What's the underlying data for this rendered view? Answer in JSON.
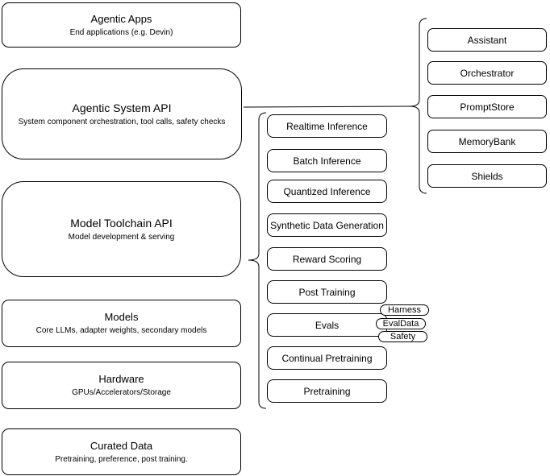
{
  "colors": {
    "stroke": "#000000",
    "background": "#ffffff",
    "text": "#000000"
  },
  "stack": {
    "boxes": [
      {
        "title": "Agentic Apps",
        "subtitle": "End applications (e.g. Devin)"
      },
      {
        "title": "Agentic System API",
        "subtitle": "System component orchestration, tool calls, safety checks"
      },
      {
        "title": "Model Toolchain API",
        "subtitle": "Model development & serving"
      },
      {
        "title": "Models",
        "subtitle": "Core LLMs, adapter weights, secondary models"
      },
      {
        "title": "Hardware",
        "subtitle": "GPUs/Accelerators/Storage"
      },
      {
        "title": "Curated Data",
        "subtitle": "Pretraining, preference, post training."
      }
    ]
  },
  "toolchain_group": {
    "items": [
      {
        "label": "Realtime Inference"
      },
      {
        "label": "Batch Inference"
      },
      {
        "label": "Quantized Inference"
      },
      {
        "label": "Synthetic Data Generation"
      },
      {
        "label": "Reward Scoring"
      },
      {
        "label": "Post Training"
      },
      {
        "label": "Evals"
      },
      {
        "label": "Continual Pretraining"
      },
      {
        "label": "Pretraining"
      }
    ],
    "evals_tags": [
      {
        "label": "Harness"
      },
      {
        "label": "EvalData"
      },
      {
        "label": "Safety"
      }
    ]
  },
  "system_group": {
    "items": [
      {
        "label": "Assistant"
      },
      {
        "label": "Orchestrator"
      },
      {
        "label": "PromptStore"
      },
      {
        "label": "MemoryBank"
      },
      {
        "label": "Shields"
      }
    ]
  }
}
